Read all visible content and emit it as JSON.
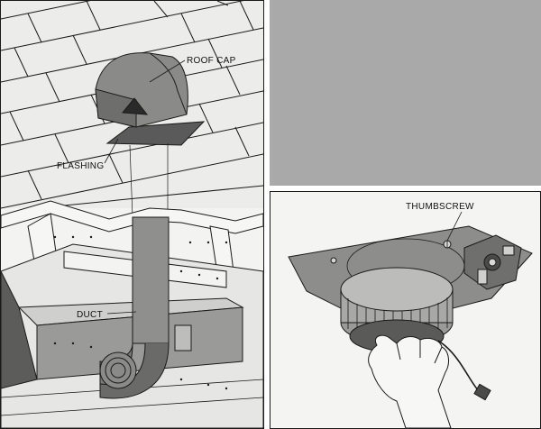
{
  "left_illustration": {
    "labels": {
      "roof_cap": "ROOF CAP",
      "flashing": "FLASHING",
      "duct": "DUCT"
    }
  },
  "right_illustration": {
    "labels": {
      "thumbscrew": "THUMBSCREW"
    }
  },
  "colors": {
    "panel_gray": "#a9a9a9",
    "line": "#1a1a1a",
    "metal": "#7d7d7d"
  }
}
